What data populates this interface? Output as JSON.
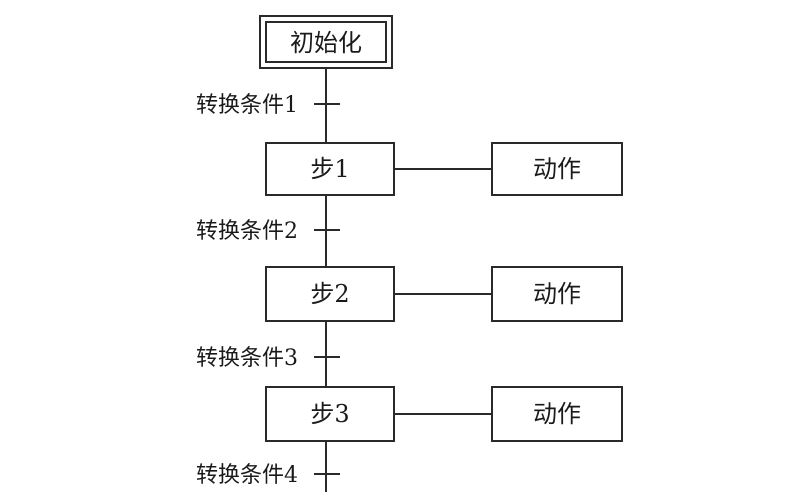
{
  "initial_step": {
    "label": "初始化"
  },
  "transitions": [
    {
      "label": "转换条件1"
    },
    {
      "label": "转换条件2"
    },
    {
      "label": "转换条件3"
    },
    {
      "label": "转换条件4"
    }
  ],
  "steps": [
    {
      "label": "步1",
      "action": "动作"
    },
    {
      "label": "步2",
      "action": "动作"
    },
    {
      "label": "步3",
      "action": "动作"
    }
  ]
}
